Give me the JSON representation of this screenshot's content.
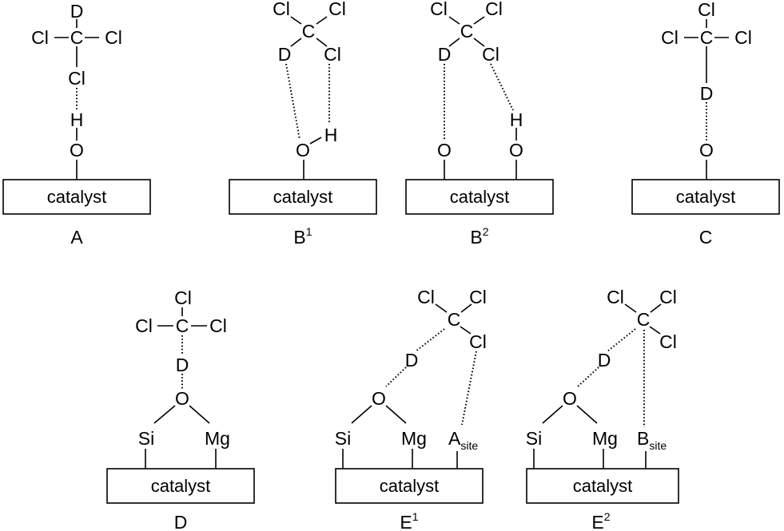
{
  "atoms": {
    "D": "D",
    "Cl": "Cl",
    "C": "C",
    "H": "H",
    "O": "O",
    "Si": "Si",
    "Mg": "Mg"
  },
  "catalyst_label": "catalyst",
  "sites": {
    "A_main": "A",
    "B_main": "B",
    "sub": "site"
  },
  "panel_labels": {
    "A": "A",
    "B1": "B",
    "B1_sup": "1",
    "B2": "B",
    "B2_sup": "2",
    "C": "C",
    "D": "D",
    "E1": "E",
    "E1_sup": "1",
    "E2": "E",
    "E2_sup": "2"
  }
}
